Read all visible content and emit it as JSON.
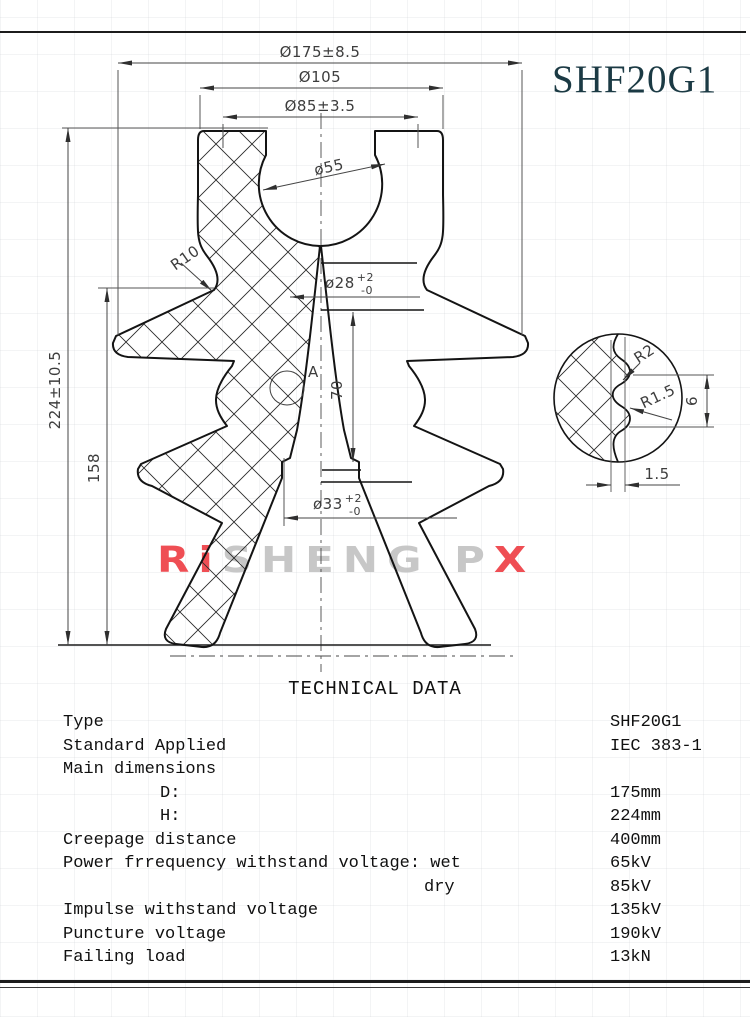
{
  "header": {
    "title": "SHF20G1"
  },
  "watermark": {
    "segments": [
      {
        "text": "Ri",
        "color": "#ee4046"
      },
      {
        "text": "SHENG",
        "color": "#c3c3c3"
      },
      {
        "text": " P",
        "color": "#c3c3c3"
      },
      {
        "text": "X",
        "color": "#ee4046"
      }
    ]
  },
  "drawing": {
    "dims": {
      "d175": "Ø175±8.5",
      "d105": "Ø105",
      "d85": "Ø85±3.5",
      "d55": "ø55",
      "r10": "R10",
      "d28": "ø28",
      "d28_up": "+2",
      "d28_dn": "-0",
      "h70": "70",
      "d33": "ø33",
      "d33_up": "+2",
      "d33_dn": "-0",
      "v224": "224±10.5",
      "v158": "158",
      "section_label": "A"
    },
    "detail": {
      "r2": "R2",
      "r15": "R1.5",
      "h6": "6",
      "w15": "1.5"
    }
  },
  "technical_data": {
    "heading": "TECHNICAL DATA",
    "rows": [
      {
        "label": "Type",
        "value": "SHF20G1"
      },
      {
        "label": "Standard Applied",
        "value": "IEC 383-1"
      },
      {
        "label": "Main dimensions",
        "value": ""
      },
      {
        "label": "D:",
        "value": "175mm"
      },
      {
        "label": "H:",
        "value": "224mm"
      },
      {
        "label": "Creepage distance",
        "value": "400mm"
      },
      {
        "label": "Power frrequency withstand voltage: wet",
        "value": "65kV"
      },
      {
        "label": "dry",
        "value": "85kV"
      },
      {
        "label": "Impulse withstand voltage",
        "value": "135kV"
      },
      {
        "label": "Puncture voltage",
        "value": "190kV"
      },
      {
        "label": "Failing load",
        "value": "13kN"
      }
    ]
  }
}
